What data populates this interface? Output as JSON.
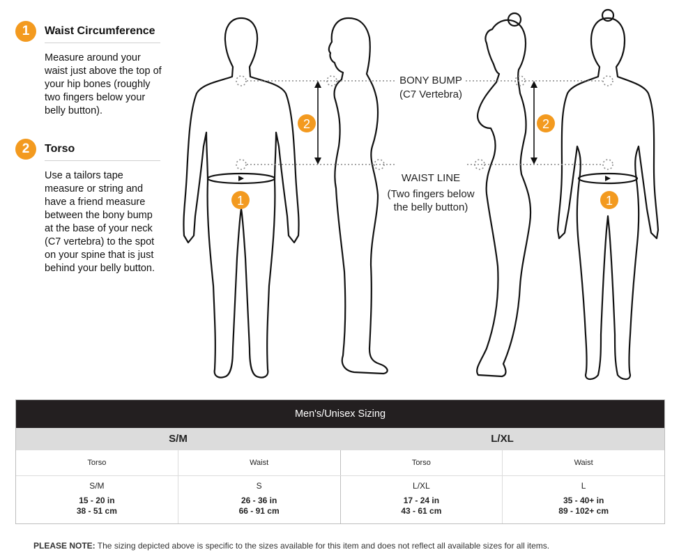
{
  "steps": [
    {
      "number": "1",
      "title": "Waist Circumference",
      "body": "Measure around your waist just above the top of your hip bones (roughly two fingers below your belly button)."
    },
    {
      "number": "2",
      "title": "Torso",
      "body": "Use a tailors tape measure or string and have a friend measure between the bony bump at the base of your neck (C7 vertebra) to the spot on your spine that is just behind your belly button."
    }
  ],
  "figure": {
    "bony_bump_label": "BONY BUMP",
    "bony_bump_sub": "(C7 Vertebra)",
    "waist_line_label": "WAIST LINE",
    "waist_line_sub1": "(Two fingers below",
    "waist_line_sub2": "the belly button)",
    "badge_1": "1",
    "badge_2": "2",
    "accent_color": "#f39a1f"
  },
  "table": {
    "title": "Men's/Unisex Sizing",
    "groups": [
      {
        "name": "S/M",
        "columns": [
          {
            "header": "Torso",
            "size": "S/M",
            "imperial": "15 - 20 in",
            "metric": "38 - 51 cm"
          },
          {
            "header": "Waist",
            "size": "S",
            "imperial": "26 - 36 in",
            "metric": "66 - 91 cm"
          }
        ]
      },
      {
        "name": "L/XL",
        "columns": [
          {
            "header": "Torso",
            "size": "L/XL",
            "imperial": "17 - 24 in",
            "metric": "43 - 61 cm"
          },
          {
            "header": "Waist",
            "size": "L",
            "imperial": "35 - 40+ in",
            "metric": "89 - 102+ cm"
          }
        ]
      }
    ]
  },
  "note": {
    "label": "PLEASE NOTE:",
    "text": " The sizing depicted above is specific to the sizes available for this item and does not reflect all available sizes for all items."
  }
}
